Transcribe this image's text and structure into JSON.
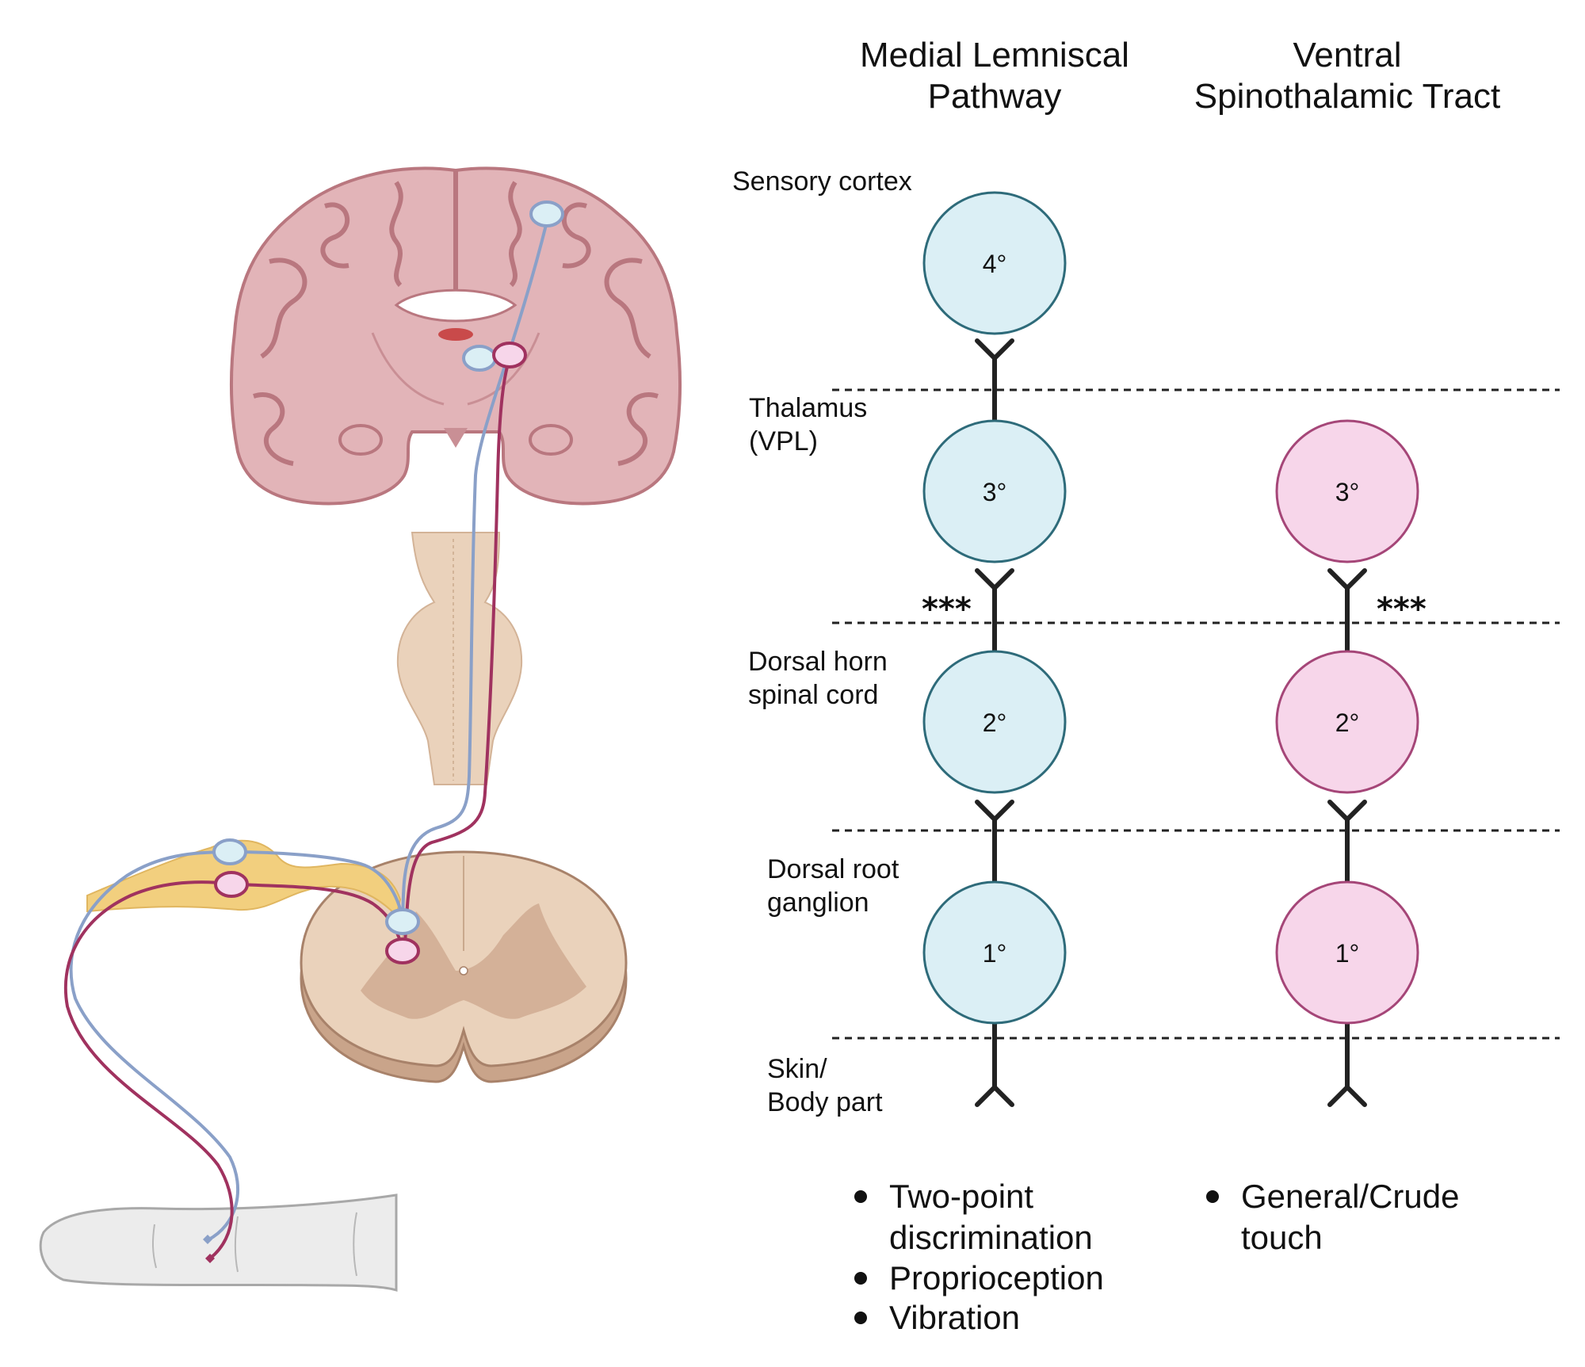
{
  "columns": {
    "medial": {
      "title_line1": "Medial Lemniscal",
      "title_line2": "Pathway"
    },
    "ventral": {
      "title_line1": "Ventral",
      "title_line2": "Spinothalamic Tract"
    }
  },
  "levels": {
    "sensory_cortex": "Sensory cortex",
    "thalamus_line1": "Thalamus",
    "thalamus_line2": "(VPL)",
    "dorsal_horn_line1": "Dorsal horn",
    "dorsal_horn_line2": "spinal cord",
    "drg_line1": "Dorsal root",
    "drg_line2": "ganglion",
    "skin_line1": "Skin/",
    "skin_line2": "Body part"
  },
  "nodes": {
    "medial": {
      "n4": "4°",
      "n3": "3°",
      "n2": "2°",
      "n1": "1°"
    },
    "ventral": {
      "n3": "3°",
      "n2": "2°",
      "n1": "1°"
    }
  },
  "decussation_marker": "***",
  "medial_functions": {
    "item1_line1": "Two-point",
    "item1_line2": "discrimination",
    "item2": "Proprioception",
    "item3": "Vibration"
  },
  "ventral_functions": {
    "item1_line1": "General/Crude",
    "item1_line2": "touch"
  },
  "colors": {
    "medial_fill": "#dbeff5",
    "medial_stroke": "#2e6b7a",
    "ventral_fill": "#f7d6ea",
    "ventral_stroke": "#a54678",
    "blue_axon": "#8aa0c8",
    "magenta_axon": "#a0325f",
    "brain": "#d9a3a8",
    "brain_dark": "#b9777f",
    "cord": "#e8cdb5",
    "cord_dark": "#c69c80",
    "ganglion": "#f2cf7e"
  }
}
